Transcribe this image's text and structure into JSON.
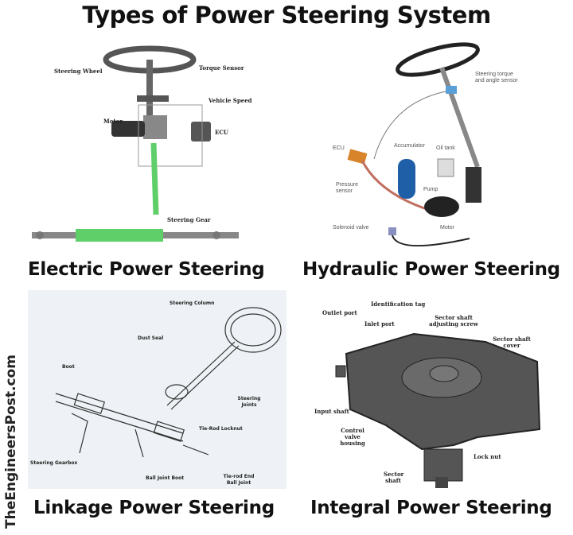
{
  "title": "Types of Power Steering System",
  "watermark": "TheEngineersPost.com",
  "panels": [
    {
      "caption": "Electric Power Steering",
      "labels": [
        "Steering Wheel",
        "Torque Sensor",
        "Vehicle Speed",
        "Motor",
        "ECU",
        "Steering Gear"
      ],
      "accent": "#5fcf6a"
    },
    {
      "caption": "Hydraulic Power Steering",
      "labels": [
        "Steering torque and angle sensor",
        "ECU",
        "Accumulator",
        "Oil tank",
        "Pressure sensor",
        "Pump",
        "Solenoid valve",
        "Motor"
      ],
      "accent": "#1f5fa8"
    },
    {
      "caption": "Linkage Power Steering",
      "labels": [
        "Steering Column",
        "Dust Seal",
        "Boot",
        "Steering Joints",
        "Tie-Rod Locknut",
        "Steering Gearbox",
        "Ball Joint Boot",
        "Tie-rod End Ball Joint"
      ]
    },
    {
      "caption": "Integral Power Steering",
      "labels": [
        "Identification tag",
        "Outlet port",
        "Inlet port",
        "Sector shaft adjusting screw",
        "Sector shaft cover",
        "Input shaft",
        "Control valve housing",
        "Lock nut",
        "Sector shaft"
      ]
    }
  ]
}
